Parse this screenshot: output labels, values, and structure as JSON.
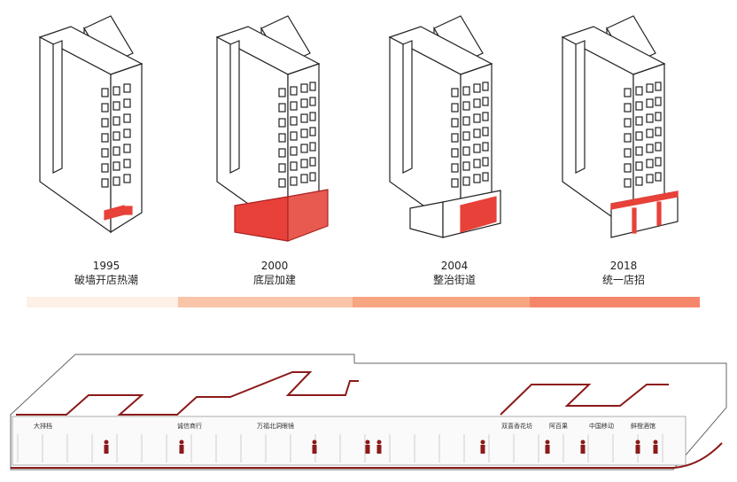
{
  "stages": [
    {
      "year": "1995",
      "label": "破墙开店热潮",
      "color": "#fdf0e6"
    },
    {
      "year": "2000",
      "label": "底层加建",
      "color": "#f9c4a8"
    },
    {
      "year": "2004",
      "label": "整治街道",
      "color": "#f8a582"
    },
    {
      "year": "2018",
      "label": "统一店招",
      "color": "#f5866a"
    }
  ],
  "accent_red": "#e8413a",
  "street_outline": "#8b1a1a",
  "shop_signs": [
    "大排档",
    "诚信商行",
    "万福北洞眼镜",
    "双喜香花坊",
    "阿百果",
    "中国移动",
    "鲜橙酒馆"
  ]
}
